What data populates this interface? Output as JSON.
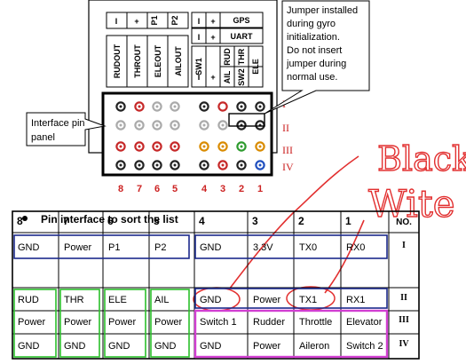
{
  "board": {
    "top_left_labels": [
      "I",
      "+",
      "P1",
      "P2"
    ],
    "top_left_vertical": [
      "RUDOUT",
      "THROUT",
      "ELEOUT",
      "AILOUT"
    ],
    "top_right_rows": [
      [
        "I",
        "+",
        "GPS"
      ],
      [
        "I",
        "+",
        "UART"
      ]
    ],
    "top_right_vertical": [
      "SW1",
      "RUD",
      "AIL",
      "THR",
      "SW2",
      "ELE"
    ],
    "minus_plus": [
      "I",
      "+"
    ],
    "pin_numbers": [
      "8",
      "7",
      "6",
      "5",
      "4",
      "3",
      "2",
      "1"
    ],
    "row_numerals": [
      "I",
      "II",
      "III",
      "IV"
    ]
  },
  "callouts": {
    "jumper_note": [
      "Jumper installed",
      "during gyro",
      "initialization.",
      "Do not insert",
      "jumper during",
      "normal use."
    ],
    "interface_panel": [
      "Interface pin",
      "panel"
    ]
  },
  "handwriting": {
    "word1": "Black",
    "word2": "Wite"
  },
  "list_title": "Pin interface to sort the list",
  "table": {
    "headers": [
      "8",
      "7",
      "6",
      "5",
      "4",
      "3",
      "2",
      "1",
      "NO."
    ],
    "rows": [
      {
        "cells": [
          "GND",
          "Power",
          "P1",
          "P2",
          "GND",
          "3.3V",
          "TX0",
          "RX0"
        ],
        "no": "I"
      },
      {
        "cells": [
          "RUD",
          "THR",
          "ELE",
          "AIL",
          "GND",
          "Power",
          "TX1",
          "RX1"
        ],
        "no": "II"
      },
      {
        "cells": [
          "Power",
          "Power",
          "Power",
          "Power",
          "Switch 1",
          "Rudder",
          "Throttle",
          "Elevator"
        ],
        "no": "III"
      },
      {
        "cells": [
          "GND",
          "GND",
          "GND",
          "GND",
          "GND",
          "Power",
          "Aileron",
          "Switch 2"
        ],
        "no": "IV"
      }
    ]
  },
  "colors": {
    "outline_blue": "#1c2a8c",
    "outline_green": "#2bc02b",
    "outline_magenta": "#d23fd2",
    "handwriting_red": "#e23030"
  }
}
